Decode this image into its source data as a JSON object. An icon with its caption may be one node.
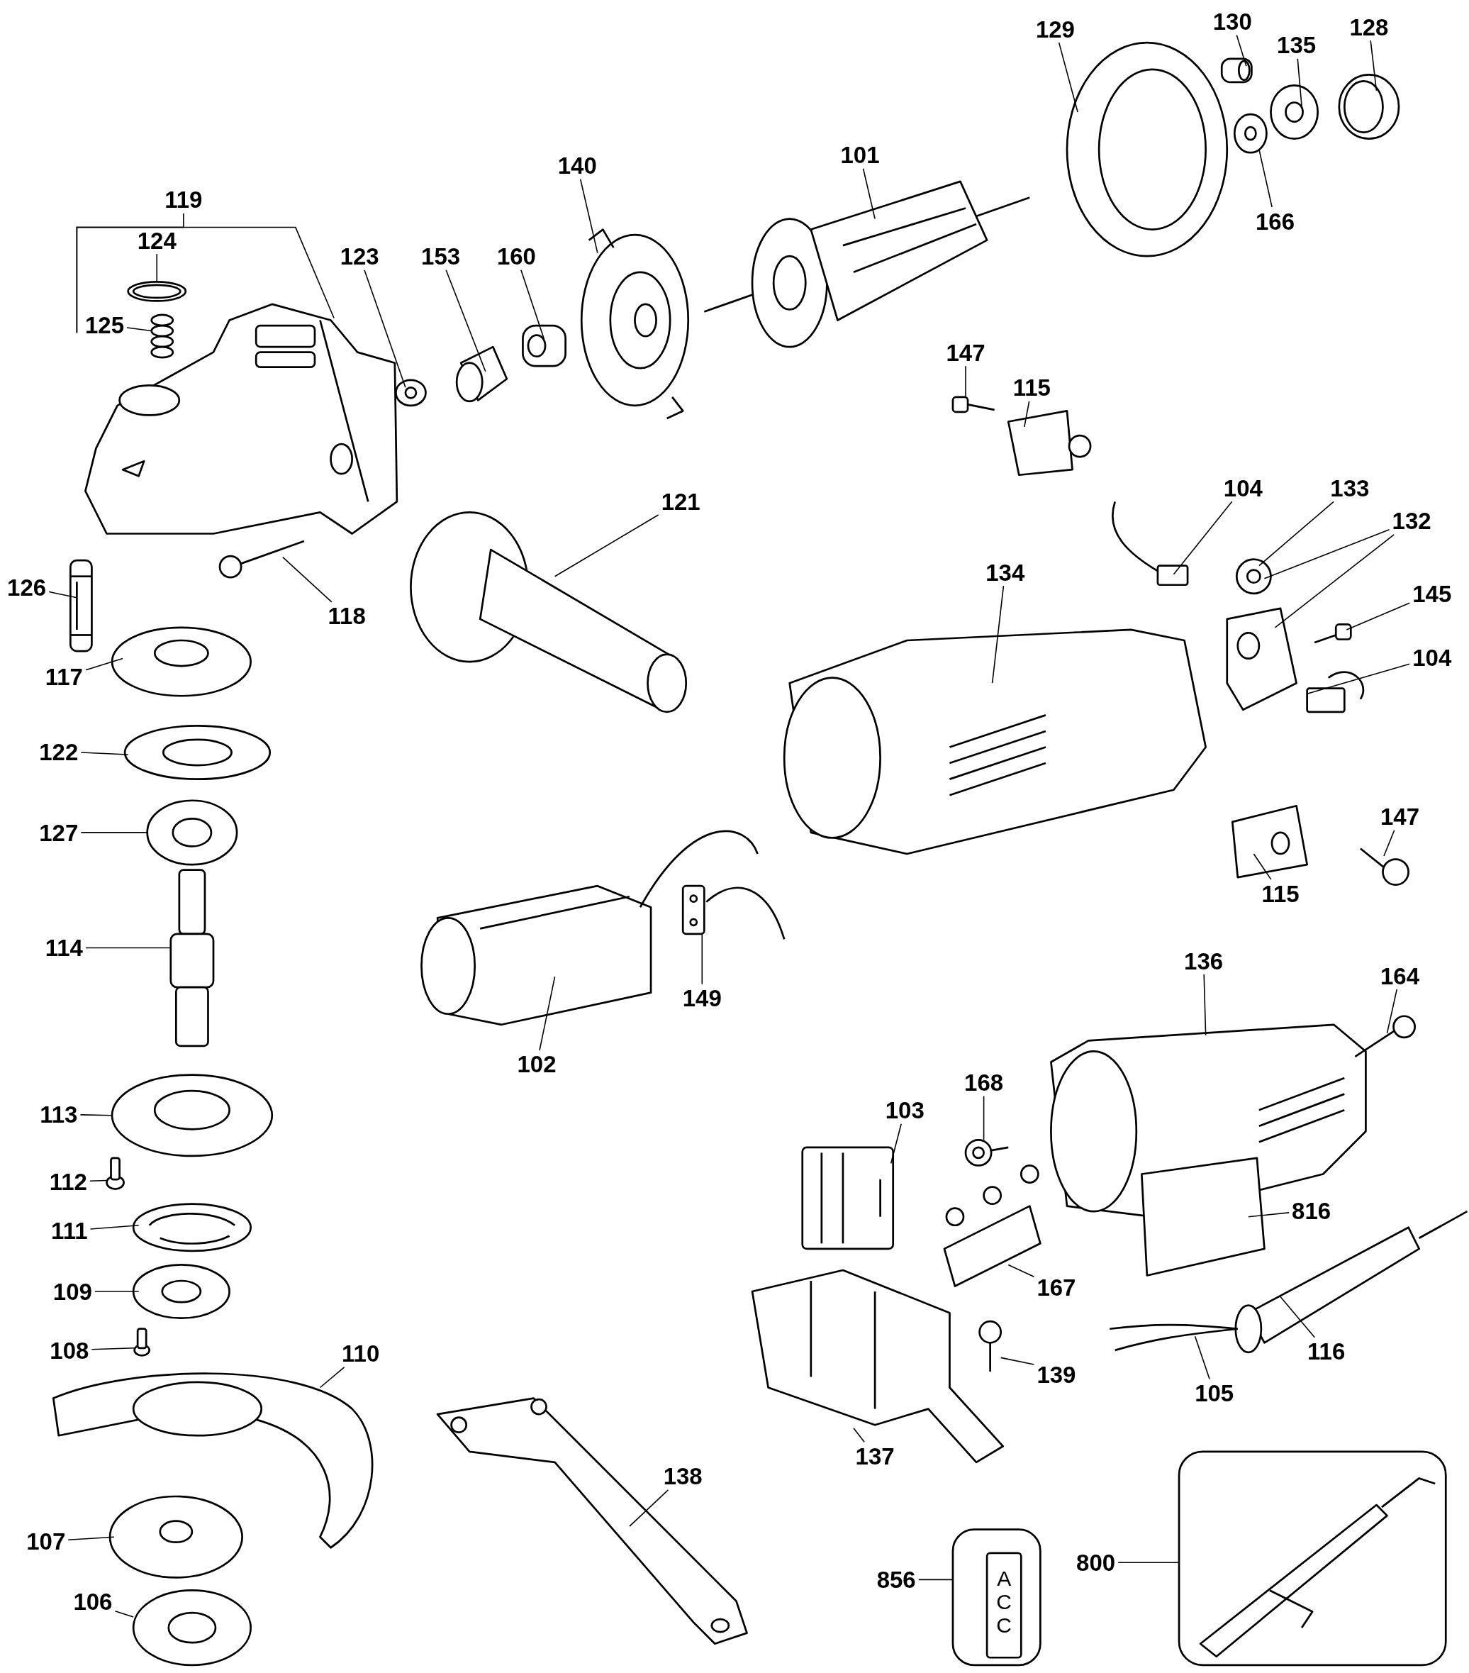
{
  "diagram": {
    "nodes": [
      {
        "text": [
          "119"
        ]
      },
      {
        "text": [
          "124"
        ]
      },
      {
        "text": [
          "125"
        ]
      },
      {
        "text": [
          "123"
        ]
      },
      {
        "text": [
          "153"
        ]
      },
      {
        "text": [
          "160"
        ]
      },
      {
        "text": [
          "140"
        ]
      },
      {
        "text": [
          "101"
        ]
      },
      {
        "text": [
          "129"
        ]
      },
      {
        "text": [
          "130"
        ]
      },
      {
        "text": [
          "135"
        ]
      },
      {
        "text": [
          "128"
        ]
      },
      {
        "text": [
          "166"
        ]
      },
      {
        "text": [
          "147"
        ]
      },
      {
        "text": [
          "115"
        ]
      },
      {
        "text": [
          "121"
        ]
      },
      {
        "text": [
          "118"
        ]
      },
      {
        "text": [
          "126"
        ]
      },
      {
        "text": [
          "117"
        ]
      },
      {
        "text": [
          "122"
        ]
      },
      {
        "text": [
          "127"
        ]
      },
      {
        "text": [
          "114"
        ]
      },
      {
        "text": [
          "104"
        ]
      },
      {
        "text": [
          "133"
        ]
      },
      {
        "text": [
          "132"
        ]
      },
      {
        "text": [
          "145"
        ]
      },
      {
        "text": [
          "104"
        ]
      },
      {
        "text": [
          "134"
        ]
      },
      {
        "text": [
          "147"
        ]
      },
      {
        "text": [
          "115"
        ]
      },
      {
        "text": [
          "149"
        ]
      },
      {
        "text": [
          "102"
        ]
      },
      {
        "text": [
          "136"
        ]
      },
      {
        "text": [
          "164"
        ]
      },
      {
        "text": [
          "168"
        ]
      },
      {
        "text": [
          "103"
        ]
      },
      {
        "text": [
          "816"
        ]
      },
      {
        "text": [
          "167"
        ]
      },
      {
        "text": [
          "116"
        ]
      },
      {
        "text": [
          "105"
        ]
      },
      {
        "text": [
          "139"
        ]
      },
      {
        "text": [
          "137"
        ]
      },
      {
        "text": [
          "113"
        ]
      },
      {
        "text": [
          "112"
        ]
      },
      {
        "text": [
          "111"
        ]
      },
      {
        "text": [
          "109"
        ]
      },
      {
        "text": [
          "108"
        ]
      },
      {
        "text": [
          "110"
        ]
      },
      {
        "text": [
          "107"
        ]
      },
      {
        "text": [
          "106"
        ]
      },
      {
        "text": [
          "138"
        ]
      },
      {
        "text": [
          "856"
        ]
      },
      {
        "text": [
          "800"
        ]
      },
      {
        "text": [],
        "shape": "picture"
      },
      {
        "text": [],
        "shape": "picture"
      },
      {
        "text": [],
        "shape": "picture"
      },
      {
        "text": [],
        "shape": "picture"
      },
      {
        "text": [],
        "shape": "picture"
      },
      {
        "text": [],
        "shape": "picture"
      },
      {
        "text": [],
        "shape": "picture"
      },
      {
        "text": [],
        "shape": "picture"
      },
      {
        "text": [],
        "shape": "picture"
      },
      {
        "text": [],
        "shape": "picture"
      },
      {
        "text": [],
        "shape": "picture"
      },
      {
        "text": [],
        "shape": "picture"
      },
      {
        "text": [],
        "shape": "picture"
      },
      {
        "text": [],
        "shape": "picture"
      },
      {
        "text": [],
        "shape": "picture"
      },
      {
        "text": [],
        "shape": "picture"
      },
      {
        "text": [],
        "shape": "picture"
      },
      {
        "text": [],
        "shape": "picture"
      },
      {
        "text": [],
        "shape": "picture"
      },
      {
        "text": [],
        "shape": "picture"
      },
      {
        "text": [],
        "shape": "picture"
      },
      {
        "text": [],
        "shape": "picture"
      },
      {
        "text": [],
        "shape": "picture"
      },
      {
        "text": [],
        "shape": "picture"
      },
      {
        "text": [],
        "shape": "picture"
      },
      {
        "text": [],
        "shape": "picture"
      },
      {
        "text": [],
        "shape": "picture"
      },
      {
        "text": [],
        "shape": "picture"
      },
      {
        "text": [],
        "shape": "picture"
      },
      {
        "text": [],
        "shape": "picture"
      },
      {
        "text": [],
        "shape": "picture"
      },
      {
        "text": [],
        "shape": "picture"
      },
      {
        "text": [],
        "shape": "picture"
      },
      {
        "text": [],
        "shape": "picture"
      },
      {
        "text": [],
        "shape": "picture"
      },
      {
        "text": [],
        "shape": "picture"
      },
      {
        "text": [],
        "shape": "picture"
      },
      {
        "text": [],
        "shape": "picture"
      },
      {
        "text": [],
        "shape": "picture"
      },
      {
        "text": [],
        "shape": "picture"
      },
      {
        "text": [],
        "shape": "picture"
      },
      {
        "text": [],
        "shape": "picture"
      },
      {
        "text": [],
        "shape": "picture"
      },
      {
        "text": [],
        "shape": "picture"
      },
      {
        "text": [],
        "shape": "picture"
      },
      {
        "text": [],
        "shape": "picture"
      },
      {
        "text": [],
        "shape": "picture"
      },
      {
        "text": [],
        "shape": "picture"
      },
      {
        "text": [],
        "shape": "picture"
      },
      {
        "text": [],
        "shape": "picture"
      },
      {
        "text": [],
        "shape": "picture"
      },
      {
        "text": [],
        "shape": "picture"
      },
      {
        "text": [],
        "shape": "picture"
      }
    ],
    "edges": [
      {
        "from": 0,
        "to": 53,
        "arrow": "none"
      },
      {
        "from": 1,
        "to": 54,
        "arrow": "none"
      },
      {
        "from": 2,
        "to": 55,
        "arrow": "none"
      },
      {
        "from": 3,
        "to": 56,
        "arrow": "none"
      },
      {
        "from": 4,
        "to": 57,
        "arrow": "none"
      },
      {
        "from": 5,
        "to": 58,
        "arrow": "none"
      },
      {
        "from": 6,
        "to": 59,
        "arrow": "none"
      },
      {
        "from": 7,
        "to": 60,
        "arrow": "none"
      },
      {
        "from": 8,
        "to": 61,
        "arrow": "none"
      },
      {
        "from": 9,
        "to": 62,
        "arrow": "none"
      },
      {
        "from": 10,
        "to": 63,
        "arrow": "none"
      },
      {
        "from": 11,
        "to": 64,
        "arrow": "none"
      },
      {
        "from": 12,
        "to": 65,
        "arrow": "none"
      },
      {
        "from": 13,
        "to": 66,
        "arrow": "none"
      },
      {
        "from": 14,
        "to": 67,
        "arrow": "none"
      },
      {
        "from": 15,
        "to": 68,
        "arrow": "none"
      },
      {
        "from": 16,
        "to": 69,
        "arrow": "none"
      },
      {
        "from": 17,
        "to": 70,
        "arrow": "none"
      },
      {
        "from": 18,
        "to": 71,
        "arrow": "none"
      },
      {
        "from": 19,
        "to": 72,
        "arrow": "none"
      },
      {
        "from": 20,
        "to": 73,
        "arrow": "none"
      },
      {
        "from": 21,
        "to": 74,
        "arrow": "none"
      },
      {
        "from": 22,
        "to": 75,
        "arrow": "none"
      },
      {
        "from": 23,
        "to": 76,
        "arrow": "none"
      },
      {
        "from": 24,
        "to": 76,
        "arrow": "none"
      },
      {
        "from": 24,
        "to": 77,
        "arrow": "none"
      },
      {
        "from": 25,
        "to": 78,
        "arrow": "none"
      },
      {
        "from": 26,
        "to": 79,
        "arrow": "none"
      },
      {
        "from": 27,
        "to": 80,
        "arrow": "none"
      },
      {
        "from": 28,
        "to": 81,
        "arrow": "none"
      },
      {
        "from": 29,
        "to": 82,
        "arrow": "none"
      },
      {
        "from": 30,
        "to": 83,
        "arrow": "none"
      },
      {
        "from": 31,
        "to": 84,
        "arrow": "none"
      },
      {
        "from": 32,
        "to": 85,
        "arrow": "none"
      },
      {
        "from": 33,
        "to": 86,
        "arrow": "none"
      },
      {
        "from": 34,
        "to": 87,
        "arrow": "none"
      },
      {
        "from": 35,
        "to": 88,
        "arrow": "none"
      },
      {
        "from": 36,
        "to": 89,
        "arrow": "none"
      },
      {
        "from": 37,
        "to": 90,
        "arrow": "none"
      },
      {
        "from": 38,
        "to": 91,
        "arrow": "none"
      },
      {
        "from": 39,
        "to": 92,
        "arrow": "none"
      },
      {
        "from": 40,
        "to": 93,
        "arrow": "none"
      },
      {
        "from": 41,
        "to": 94,
        "arrow": "none"
      },
      {
        "from": 42,
        "to": 95,
        "arrow": "none"
      },
      {
        "from": 43,
        "to": 96,
        "arrow": "none"
      },
      {
        "from": 44,
        "to": 97,
        "arrow": "none"
      },
      {
        "from": 45,
        "to": 98,
        "arrow": "none"
      },
      {
        "from": 46,
        "to": 99,
        "arrow": "none"
      },
      {
        "from": 47,
        "to": 100,
        "arrow": "none"
      },
      {
        "from": 48,
        "to": 101,
        "arrow": "none"
      },
      {
        "from": 49,
        "to": 102,
        "arrow": "none"
      },
      {
        "from": 50,
        "to": 103,
        "arrow": "none"
      },
      {
        "from": 51,
        "to": 104,
        "arrow": "none"
      },
      {
        "from": 52,
        "to": 105,
        "arrow": "none"
      }
    ],
    "labels": [
      "ACC"
    ]
  }
}
